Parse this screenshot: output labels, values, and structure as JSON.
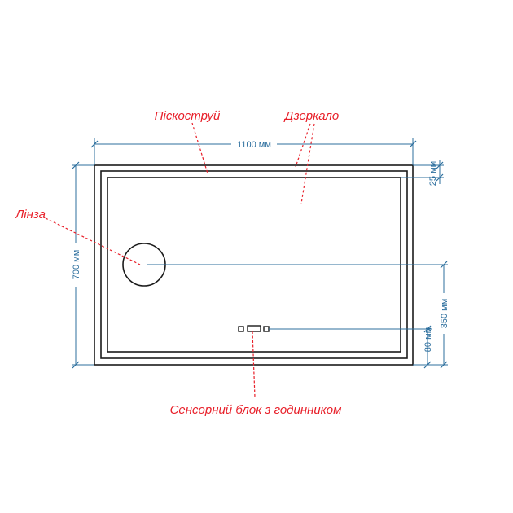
{
  "labels": {
    "sandblast": "Піскоструй",
    "mirror": "Дзеркало",
    "lens": "Лінза",
    "sensor_unit": "Сенсорний блок з годинником"
  },
  "dimensions": {
    "width": "1100 мм",
    "height": "700 мм",
    "frame_inset": "25 мм",
    "lens_height": "350 мм",
    "sensor_height": "80 мм"
  },
  "colors": {
    "callout": "#e8202a",
    "dimension": "#2d6f9e",
    "outline": "#1a1a1a"
  }
}
